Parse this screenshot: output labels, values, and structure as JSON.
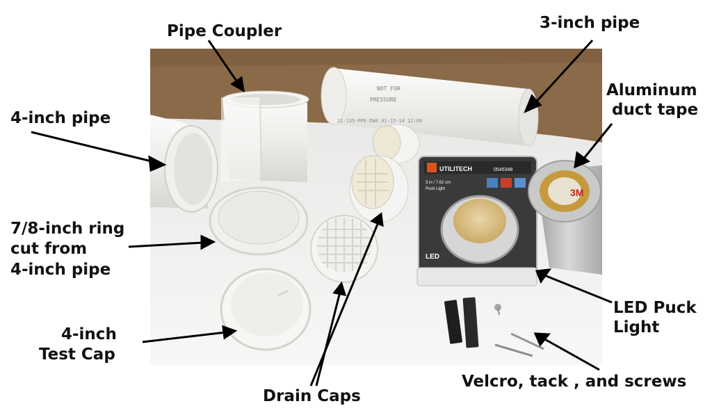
{
  "labels": {
    "pipe_coupler": "Pipe Coupler",
    "three_inch_pipe": "3-inch pipe",
    "aluminum_tape_line1": "Aluminum",
    "aluminum_tape_line2": "duct tape",
    "four_inch_pipe": "4-inch pipe",
    "ring_line1": "7/8-inch ring",
    "ring_line2": "cut from",
    "ring_line3": "4-inch pipe",
    "test_cap_line1": "4-inch",
    "test_cap_line2": "Test Cap",
    "led_line1": "LED Puck",
    "led_line2": "Light",
    "velcro": "Velcro, tack , and screws",
    "drain_caps": "Drain Caps"
  },
  "pipe_print": {
    "line1": "NOT FOR",
    "line2": "PRESSURE",
    "line3": "11-135-PPE-DWA 01-15-14 12:08"
  },
  "puck_package": {
    "brand": "UTILITECH",
    "model": "0545348",
    "title": "3 in / 7.62 cm",
    "subtitle": "Puck Light",
    "badge": "LED"
  },
  "tape_logo": "3M",
  "colors": {
    "wall": "#8a6a48",
    "table": "#efefee",
    "pvc": "#f3f3f1",
    "tape": "#b7b8b6",
    "package_dark": "#2f2f31",
    "package_orange": "#d9531e",
    "velcro": "#1e1e1e"
  }
}
